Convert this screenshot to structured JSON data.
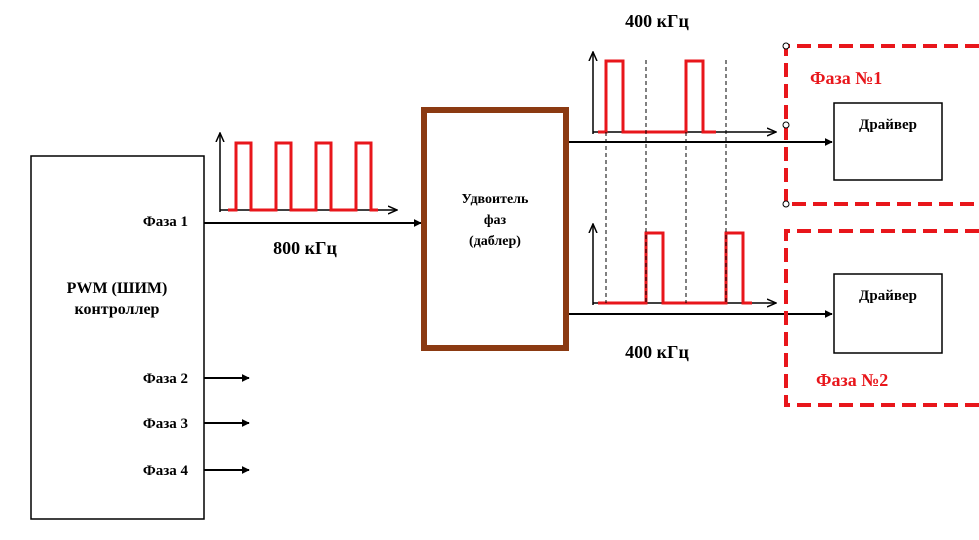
{
  "colors": {
    "line": "#000000",
    "pulse": "#e8161b",
    "doubler_border": "#8b3a12",
    "dashed_box": "#e8161b"
  },
  "controller": {
    "title_line1": "PWM (ШИМ)",
    "title_line2": "контроллер",
    "phase1_label": "Фаза 1",
    "phase2_label": "Фаза 2",
    "phase3_label": "Фаза 3",
    "phase4_label": "Фаза 4"
  },
  "input_freq_label": "800 кГц",
  "doubler": {
    "line1": "Удвоитель",
    "line2": "фаз",
    "line3": "(даблер)"
  },
  "output_top_freq_label": "400 кГц",
  "output_bottom_freq_label": "400 кГц",
  "phase_boxes": {
    "top_title": "Фаза №1",
    "bottom_title": "Фаза №2",
    "driver_label_top": "Драйвер",
    "driver_label_bottom": "Драйвер"
  }
}
